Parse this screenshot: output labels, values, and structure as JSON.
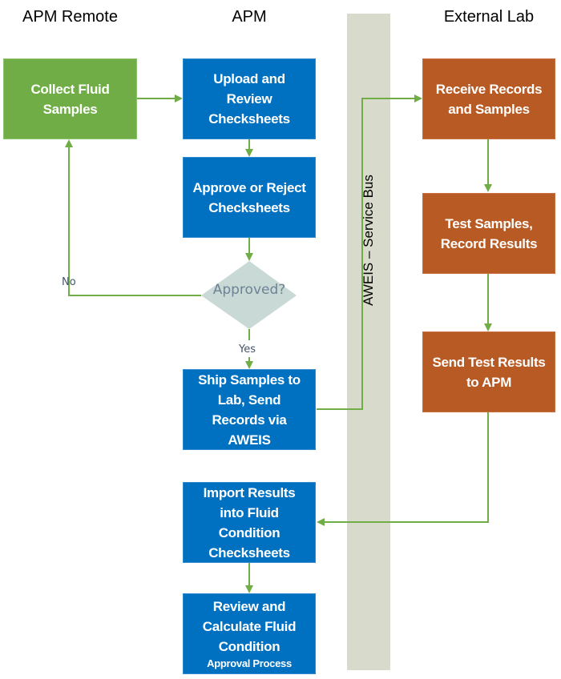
{
  "lanes": {
    "apm_remote": "APM Remote",
    "apm": "APM",
    "external_lab": "External Lab"
  },
  "service_bus": {
    "label": "AWEIS – Service Bus"
  },
  "steps": {
    "collect": "Collect Fluid Samples",
    "upload": "Upload and Review Checksheets",
    "approve": "Approve or Reject Checksheets",
    "decision": "Approved?",
    "ship": "Ship Samples to Lab, Send Records via AWEIS",
    "import": "Import Results into Fluid Condition Checksheets",
    "review": "Review and Calculate Fluid Condition",
    "review_sub": "Approval Process",
    "receive": "Receive Records and Samples",
    "test": "Test Samples, Record Results",
    "send": "Send Test Results to APM"
  },
  "edge_labels": {
    "no": "No",
    "yes": "Yes"
  },
  "colors": {
    "remote": "#70AD47",
    "apm": "#0070C0",
    "lab": "#B85A23",
    "connector": "#70AD47",
    "decision": "#C9D9D6",
    "bus": "#D8DBCB"
  }
}
